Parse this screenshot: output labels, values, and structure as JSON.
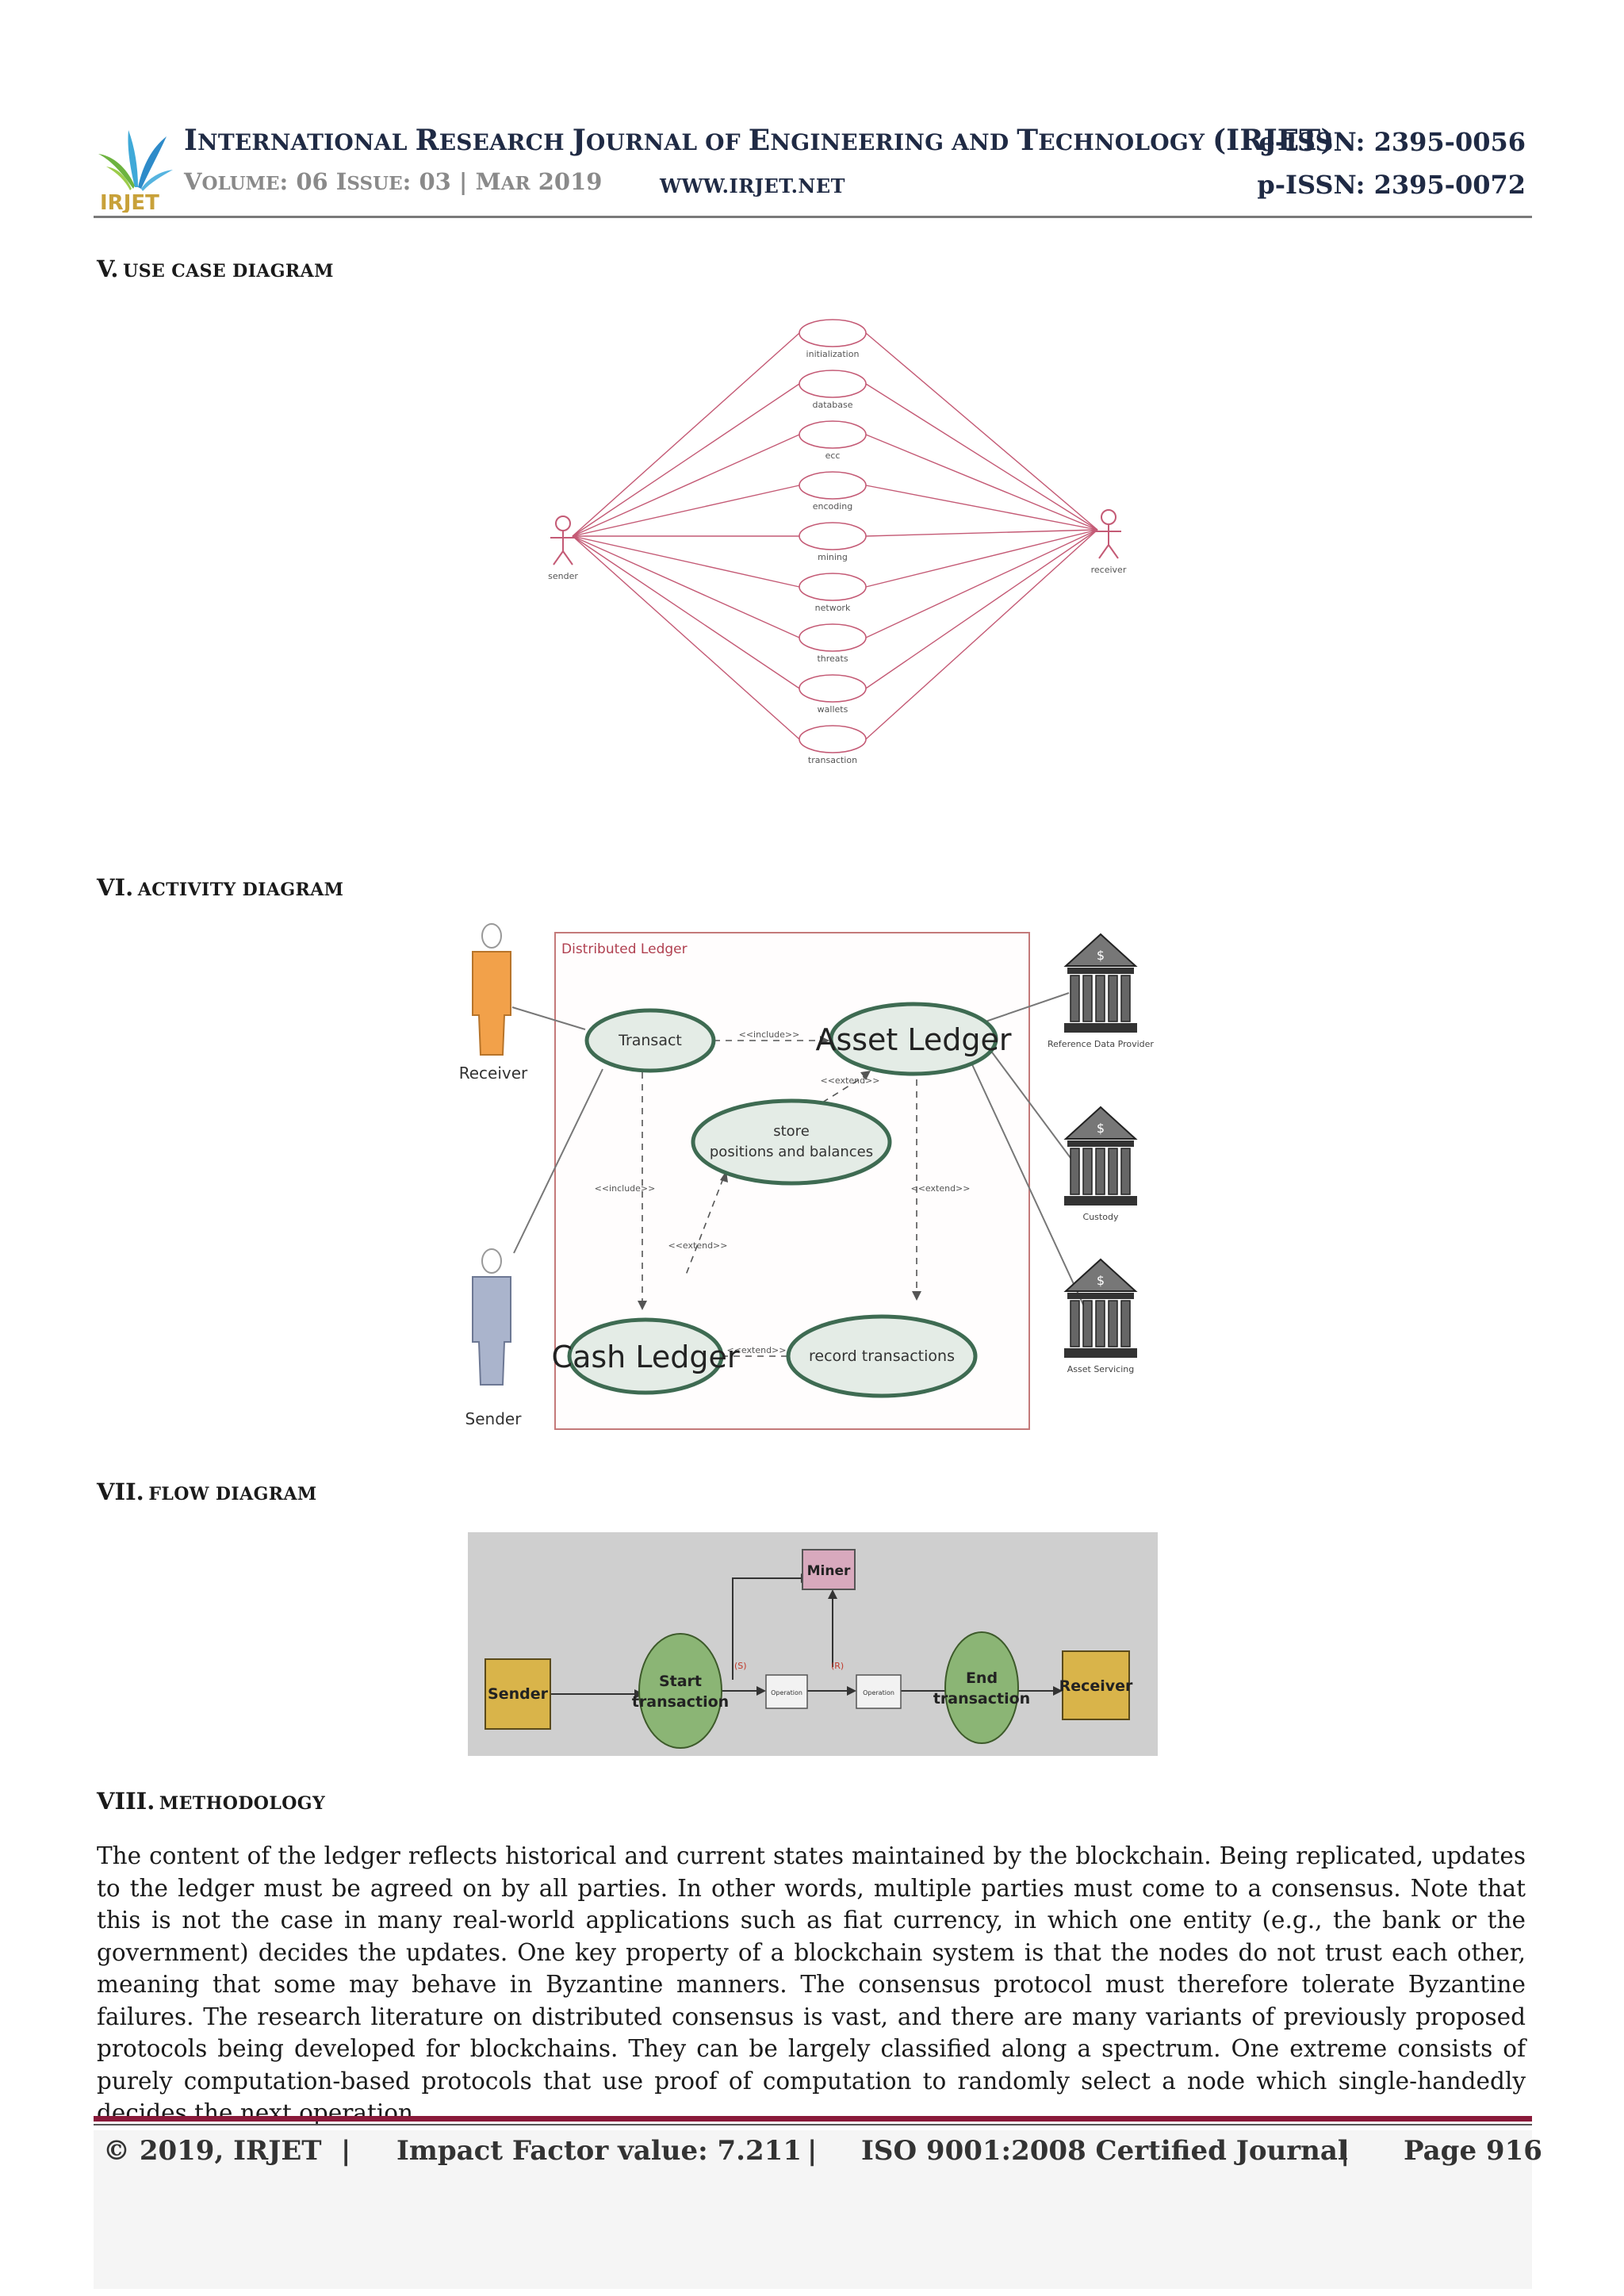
{
  "header": {
    "journal_title_parts": [
      "I",
      "NTERNATIONAL ",
      "R",
      "ESEARCH ",
      "J",
      "OURNAL OF ",
      "E",
      "NGINEERING AND ",
      "T",
      "ECHNOLOGY ",
      "(IRJET)"
    ],
    "volume_parts": [
      "V",
      "OLUME",
      ": 06 ",
      "I",
      "SSUE",
      ": 03 | ",
      "M",
      "AR",
      " 2019"
    ],
    "website": "WWW.IRJET.NET",
    "eissn": "e-ISSN: 2395-0056",
    "pissn": "p-ISSN: 2395-0072",
    "logo_text": "IRJET"
  },
  "sections": {
    "s5": {
      "num": "V.",
      "title": "USE CASE DIAGRAM"
    },
    "s6": {
      "num": "VI.",
      "title": "ACTIVITY DIAGRAM"
    },
    "s7": {
      "num": "VII.",
      "title": "FLOW DIAGRAM"
    },
    "s8": {
      "num": "VIII.",
      "title": "METHODOLOGY"
    }
  },
  "usecase": {
    "actor_left": "sender",
    "actor_right": "receiver",
    "cases": [
      "initialization",
      "database",
      "ecc",
      "encoding",
      "mining",
      "network",
      "threats",
      "wallets",
      "transaction"
    ]
  },
  "activity": {
    "boundary_label": "Distributed Ledger",
    "actor_top": "Receiver",
    "actor_bottom": "Sender",
    "transact": "Transact",
    "asset_ledger": "Asset Ledger",
    "store_line1": "store",
    "store_line2": "positions and balances",
    "cash_ledger": "Cash Ledger",
    "record_transactions": "record transactions",
    "include_1": "<<include>>",
    "include_2": "<<include>>",
    "extend_1": "<<extend>>",
    "extend_2": "<<extend>>",
    "extend_3": "<<extend>>",
    "extend_4": "<<extend>>",
    "bank_1": "Reference Data Provider",
    "bank_2": "Custody",
    "bank_3": "Asset Servicing",
    "bank_symbol": "$"
  },
  "flow": {
    "sender": "Sender",
    "start_line1": "Start",
    "start_line2": "transaction",
    "miner": "Miner",
    "op1": "Operation",
    "op2": "Operation",
    "end_line1": "End",
    "end_line2": "transaction",
    "receiver": "Receiver",
    "edge_label_1": "(S)",
    "edge_label_2": "(R)"
  },
  "methodology": {
    "text": "The content of the ledger reflects historical and current states maintained by the blockchain. Being replicated, updates to the ledger must be agreed on by all parties. In other words, multiple parties must come to a consensus. Note that this is not the case in many real-world applications such as fiat currency, in which one entity (e.g., the bank or the government) decides the updates. One key property of a blockchain system is that the nodes do not trust each other, meaning that some may behave in Byzantine manners. The consensus protocol must therefore tolerate Byzantine failures. The research literature on distributed consensus is vast, and there are many variants of previously proposed protocols being developed for blockchains. They can be largely classified along a spectrum. One extreme consists of purely computation-based protocols that use proof of computation to randomly select a node which single-handedly decides the next operation."
  },
  "footer": {
    "copyright": "© 2019, IRJET",
    "sep1": "|",
    "impact": "Impact Factor value: 7.211",
    "sep2": "|",
    "iso": "ISO 9001:2008 Certified Journal",
    "sep3": "|",
    "page": "Page 916"
  },
  "colors": {
    "usecase_line": "#c45a75",
    "boundary": "#c47a7a",
    "receiver_fill": "#f2a14a",
    "sender_fill": "#aab4cc",
    "ellipse_fill": "#e4ece6",
    "ellipse_stroke": "#3e6b52",
    "flow_yellow": "#d9b44a",
    "flow_green": "#8bb575",
    "flow_pink": "#d8a9bd",
    "footer_rule": "#8a1a3a"
  }
}
